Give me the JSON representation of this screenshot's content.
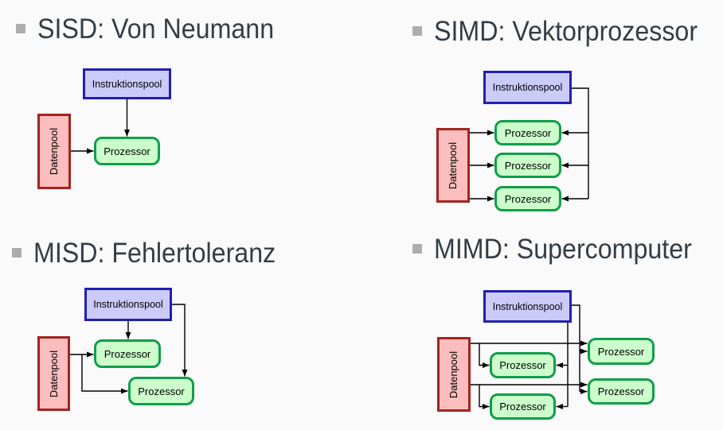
{
  "page": {
    "background": "#fafafa"
  },
  "colors": {
    "heading_text": "#333d46",
    "bullet": "#adadad",
    "instruction_fill": "#cbcbfa",
    "instruction_border": "#2020af",
    "data_fill": "#fbbdbd",
    "data_border": "#a32421",
    "processor_fill": "#ccfecc",
    "processor_border": "#109e4a",
    "wire": "#000000"
  },
  "labels": {
    "instruction_pool": "Instruktionspool",
    "data_pool": "Datenpool",
    "processor": "Prozessor"
  },
  "sections": [
    {
      "id": "sisd",
      "title": "SISD: Von Neumann",
      "processor_count": 1
    },
    {
      "id": "simd",
      "title": "SIMD: Vektorprozessor",
      "processor_count": 3
    },
    {
      "id": "misd",
      "title": "MISD: Fehlertoleranz",
      "processor_count": 2
    },
    {
      "id": "mimd",
      "title": "MIMD: Supercomputer",
      "processor_count": 4
    }
  ]
}
